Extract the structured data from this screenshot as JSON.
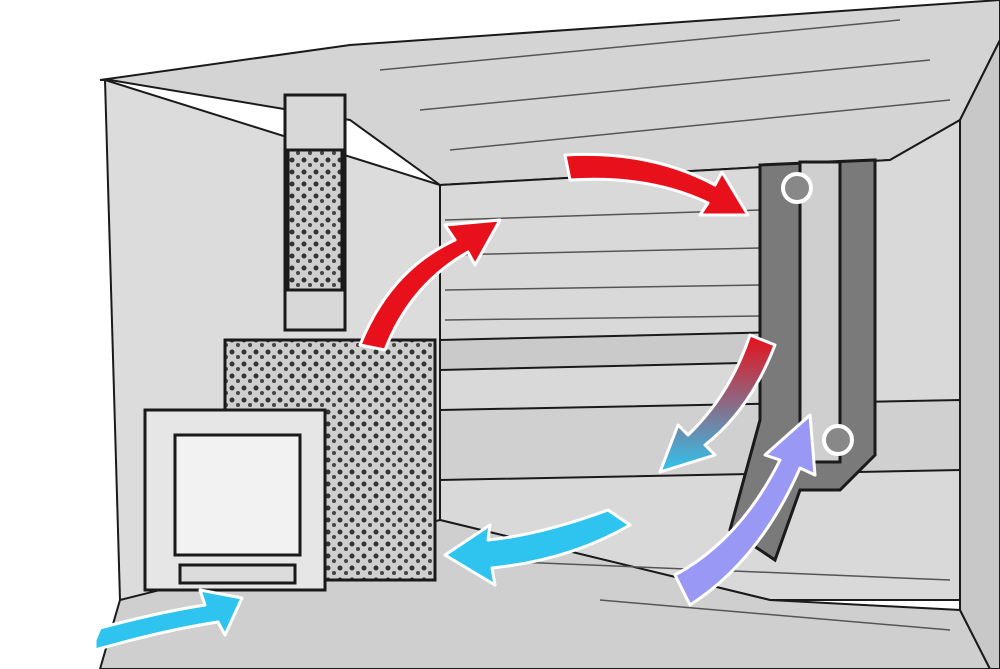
{
  "colors": {
    "background": "#ffffff",
    "wall": "#d9d9d9",
    "wall_dark": "#bdbdbd",
    "outline": "#1a1a1a",
    "pipe": "#7a7a7a",
    "hot_air": "#e8101a",
    "cool_air": "#2fc4f0",
    "return_air": "#9a98f5"
  },
  "arrows": [
    {
      "name": "hot-air-rising-arrow",
      "type": "hot"
    },
    {
      "name": "hot-air-ceiling-arrow",
      "type": "hot"
    },
    {
      "name": "air-cooling-descending-arrow",
      "type": "mixed"
    },
    {
      "name": "return-air-rising-arrow",
      "type": "return"
    },
    {
      "name": "cool-air-floor-arrow",
      "type": "cool"
    },
    {
      "name": "fresh-air-inlet-arrow",
      "type": "cool"
    }
  ]
}
